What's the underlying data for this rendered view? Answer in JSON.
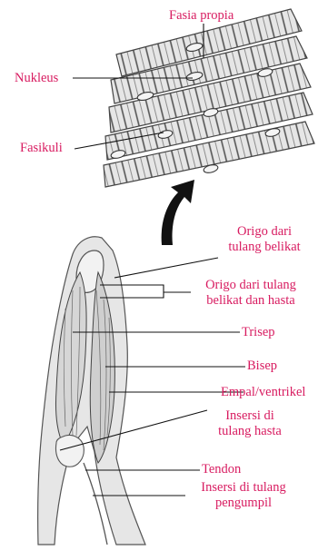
{
  "labels": {
    "fasia_propia": "Fasia propia",
    "nukleus": "Nukleus",
    "fasikuli": "Fasikuli",
    "origo_belikat_1": "Origo dari",
    "origo_belikat_2": "tulang belikat",
    "origo_hasta_1": "Origo dari tulang",
    "origo_hasta_2": "belikat dan hasta",
    "trisep": "Trisep",
    "bisep": "Bisep",
    "empal": "Empal/ventrikel",
    "insersi_hasta_1": "Insersi di",
    "insersi_hasta_2": "tulang hasta",
    "tendon": "Tendon",
    "insersi_pengumpil_1": "Insersi di tulang",
    "insersi_pengumpil_2": "pengumpil"
  },
  "colors": {
    "label_text": "#d81b60",
    "leader_line": "#111111",
    "tissue_fill": "#e4e4e4",
    "tissue_stroke": "#555555",
    "arrow": "#111111"
  },
  "icons": {
    "arrow": "curved-arrow-up"
  }
}
